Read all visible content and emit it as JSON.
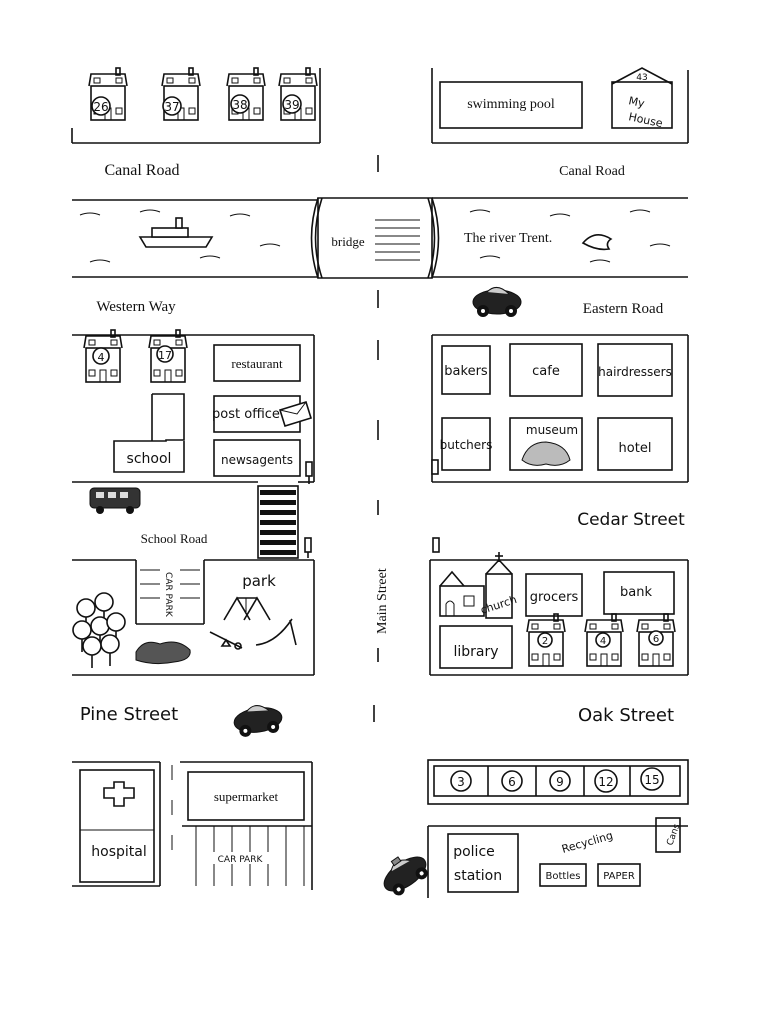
{
  "streets": {
    "canal_road_left": "Canal Road",
    "canal_road_right": "Canal Road",
    "western_way": "Western Way",
    "eastern_road": "Eastern Road",
    "school_road": "School Road",
    "cedar_street": "Cedar Street",
    "main_street": "Main Street",
    "pine_street": "Pine Street",
    "oak_street": "Oak Street"
  },
  "river": {
    "name": "The river Trent.",
    "bridge": "bridge"
  },
  "houses": {
    "canal_left": [
      "26",
      "37",
      "38",
      "39"
    ],
    "my_house": {
      "number": "43",
      "label_line1": "My",
      "label_line2": "House"
    },
    "western": [
      "4",
      "17"
    ],
    "cedar": [
      "2",
      "4",
      "6"
    ],
    "oak": [
      "3",
      "6",
      "9",
      "12",
      "15"
    ]
  },
  "places": {
    "swimming_pool": "swimming pool",
    "restaurant": "restaurant",
    "post_office": "post office",
    "school": "school",
    "newsagents": "newsagents",
    "bakers": "bakers",
    "cafe": "cafe",
    "hairdressers": "hairdressers",
    "butchers": "butchers",
    "museum": "museum",
    "hotel": "hotel",
    "car_park_school": "CAR PARK",
    "park": "park",
    "church": "church",
    "grocers": "grocers",
    "bank": "bank",
    "library": "library",
    "hospital": "hospital",
    "supermarket": "supermarket",
    "car_park_super": "CAR PARK",
    "police_line1": "police",
    "police_line2": "station",
    "recycling": "Recycling",
    "bottles": "Bottles",
    "paper": "PAPER",
    "cans": "Cans"
  },
  "icons": [
    "house-icon",
    "boat-icon",
    "fish-icon",
    "car-icon",
    "bus-icon",
    "envelope-icon",
    "tree-icon",
    "swing-icon",
    "slide-icon",
    "seesaw-icon",
    "traffic-light-icon",
    "cross-icon",
    "police-car-icon",
    "church-icon"
  ]
}
